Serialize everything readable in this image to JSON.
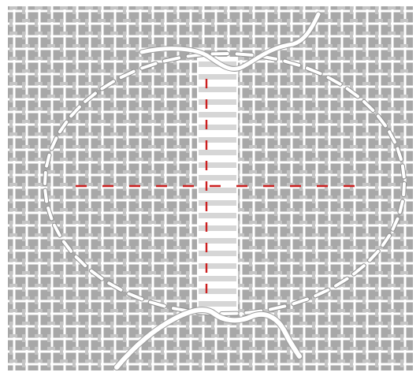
{
  "diagram": {
    "subject": "",
    "colors": {
      "background": "#ffffff",
      "fabric_gray": "#a8a8a8",
      "fabric_dark": "#8e8e8e",
      "thread_white": "#ffffff",
      "thread_outline": "#9a9a9a",
      "stitch_red": "#cc1f1f"
    },
    "elements": {
      "fabric": "woven-fabric-grid",
      "oval": "oval-running-stitch",
      "cleared_column": "withdrawn-threads-column",
      "top_tail": "thread-tail-top",
      "bottom_tail": "thread-tail-bottom",
      "vertical_guide": "center-vertical-guideline",
      "horizontal_guide": "center-horizontal-guideline"
    }
  }
}
